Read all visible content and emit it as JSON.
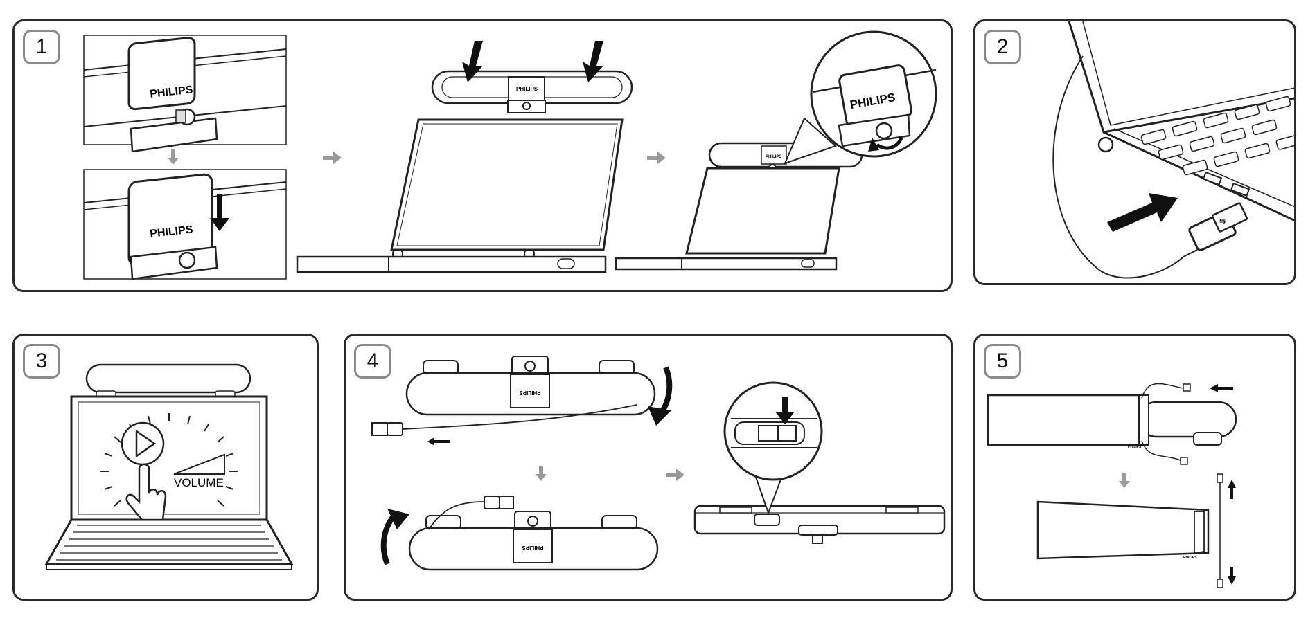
{
  "steps": [
    {
      "number": "1"
    },
    {
      "number": "2"
    },
    {
      "number": "3"
    },
    {
      "number": "4"
    },
    {
      "number": "5"
    }
  ],
  "brand": {
    "name": "PHILIPS",
    "mirrored": "PHILIPS"
  },
  "labels": {
    "volume": "VOLUME"
  },
  "colors": {
    "outline": "#2a2a2a",
    "badge_border": "#8a8a8a",
    "arrow_gray": "#9a9a9a",
    "ink": "#111111"
  }
}
